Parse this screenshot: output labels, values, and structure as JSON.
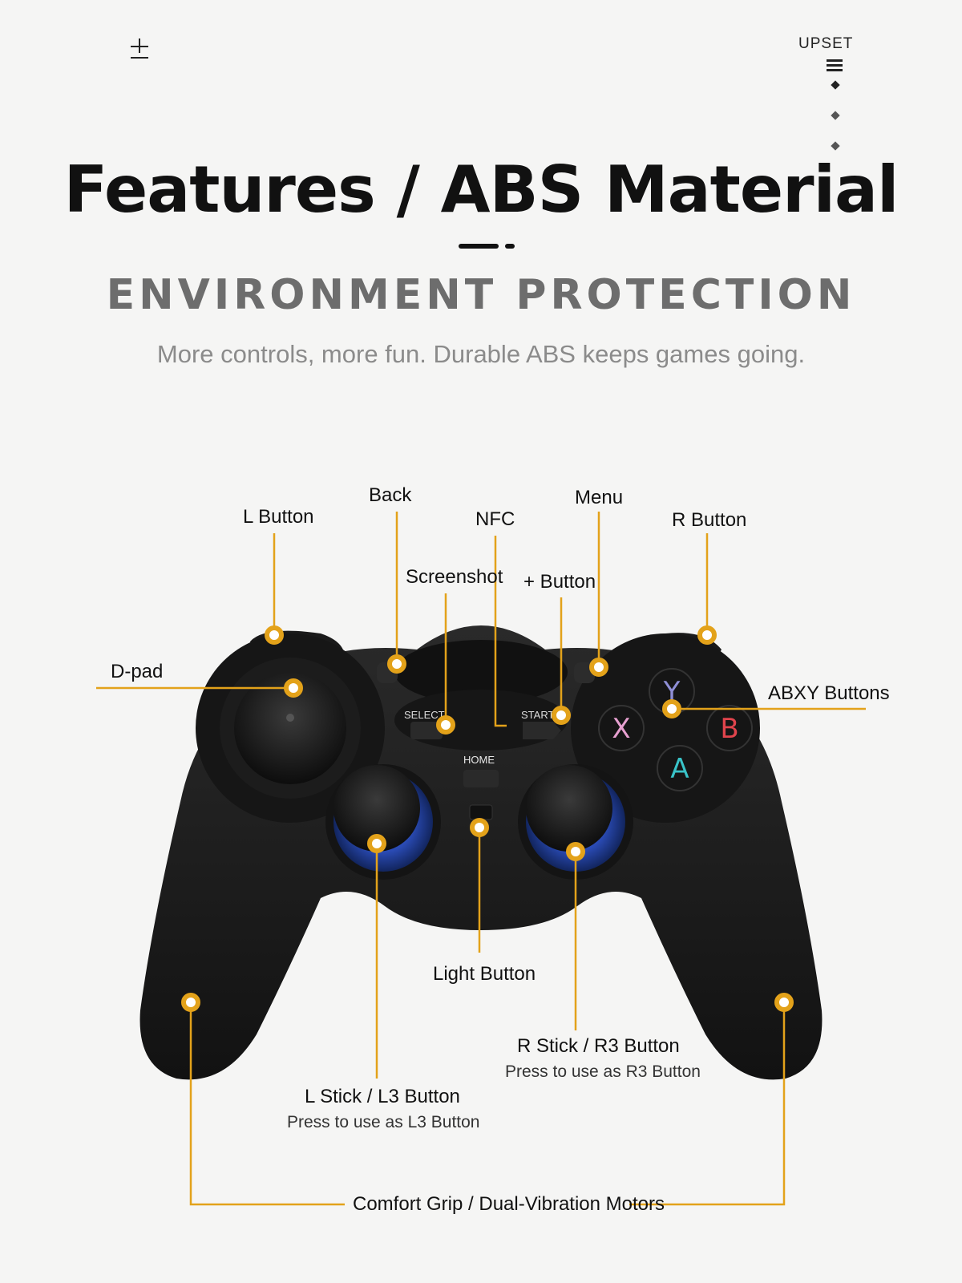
{
  "header": {
    "brand": "UPSET",
    "corner_icon": "plus-minus-icon",
    "menu_icon": "hamburger-menu-icon"
  },
  "hero": {
    "title": "Features / ABS Material",
    "subtitle": "ENVIRONMENT PROTECTION",
    "tagline": "More controls, more fun. Durable ABS keeps games going."
  },
  "controller": {
    "buttons": {
      "select": "SELECT",
      "start": "START",
      "home": "HOME",
      "y": "Y",
      "x": "X",
      "b": "B",
      "a": "A"
    },
    "labels": {
      "l_button": "L Button",
      "back": "Back",
      "nfc": "NFC",
      "menu": "Menu",
      "r_button": "R Button",
      "screenshot": "Screenshot",
      "plus_button": "+ Button",
      "dpad": "D-pad",
      "abxy": "ABXY Buttons",
      "light_button": "Light Button",
      "r_stick": "R Stick / R3 Button",
      "r_stick_sub": "Press to use as R3 Button",
      "l_stick": "L Stick / L3 Button",
      "l_stick_sub": "Press to use as L3 Button",
      "grip": "Comfort Grip / Dual-Vibration Motors"
    }
  },
  "colors": {
    "accent": "#e3a21a",
    "body": "#1b1b1b",
    "y": "#8f8fd6",
    "x": "#e7a0d0",
    "b": "#e0444c",
    "a": "#39c3c8",
    "stick_ring": "#2e55c9"
  }
}
